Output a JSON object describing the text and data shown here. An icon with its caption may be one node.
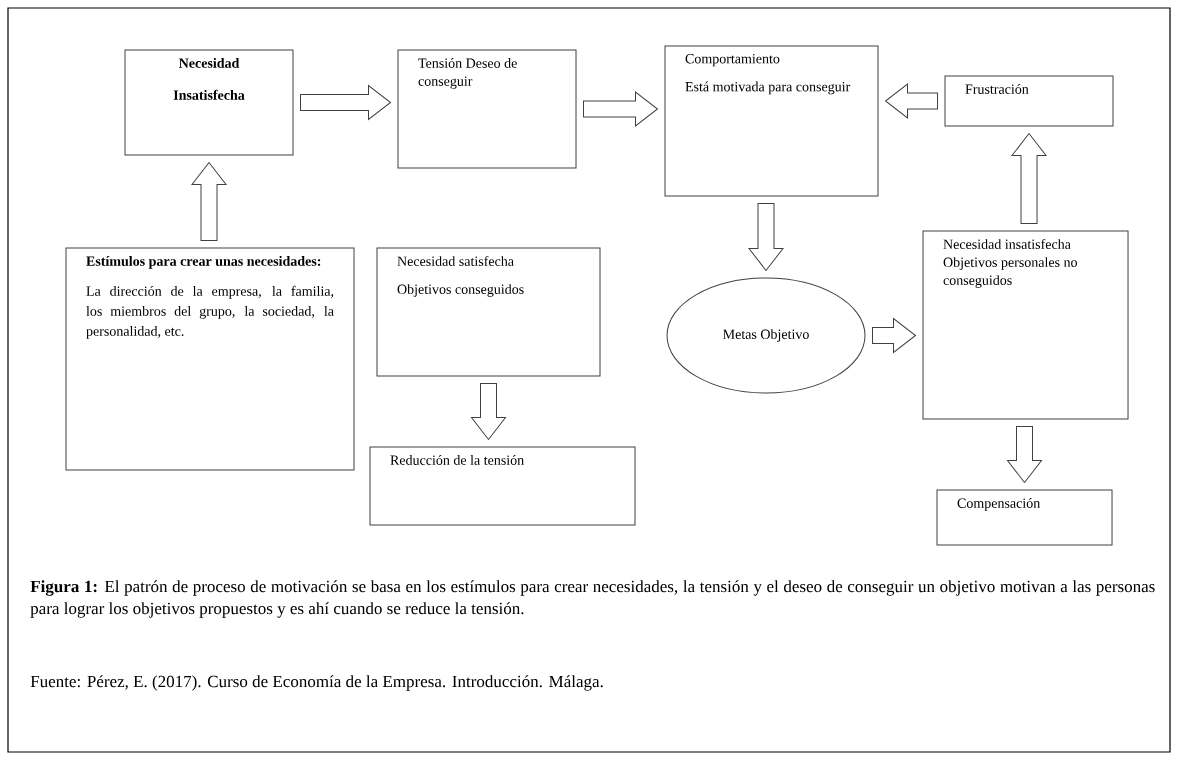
{
  "diagram": {
    "caption": "**Figura 1:** El patrón de proceso de motivación se basa en los estímulos para crear necesidades, la tensión y el deseo de conseguir un objetivo motivan a las personas para lograr los objetivos propuestos y es ahí cuando se reduce la tensión.",
    "nodes": [
      {
        "text": [
          "Necesidad Insatisfecha"
        ]
      },
      {
        "text": [
          "Tensión Deseo de conseguir"
        ]
      },
      {
        "text": [
          "Comportamiento",
          "Está motivada para conseguir"
        ]
      },
      {
        "text": [
          "Frustración"
        ]
      },
      {
        "text": [
          "Estímulos para crear unas necesidades:",
          "La dirección de la empresa, la familia, los miembros del grupo, la sociedad, la personalidad, etc."
        ]
      },
      {
        "text": [
          "Necesidad satisfecha",
          "Objetivos conseguidos"
        ]
      },
      {
        "text": [
          "Metas Objetivo"
        ]
      },
      {
        "text": [
          "Necesidad insatisfecha Objetivos personales no conseguidos"
        ]
      },
      {
        "text": [
          "Reducción de la tensión"
        ]
      },
      {
        "text": [
          "Compensación"
        ]
      }
    ],
    "edges": [
      {
        "from": 4,
        "to": 0,
        "arrow": "to"
      },
      {
        "from": 0,
        "to": 1,
        "arrow": "to"
      },
      {
        "from": 1,
        "to": 2,
        "arrow": "to"
      },
      {
        "from": 3,
        "to": 2,
        "arrow": "to"
      },
      {
        "from": 2,
        "to": 6,
        "arrow": "to"
      },
      {
        "from": 5,
        "to": 8,
        "arrow": "to"
      },
      {
        "from": 6,
        "to": 7,
        "arrow": "to"
      },
      {
        "from": 7,
        "to": 3,
        "arrow": "to"
      },
      {
        "from": 7,
        "to": 9,
        "arrow": "to"
      }
    ],
    "labels": [
      "Fuente: Pérez, E. (2017). Curso de Economía de la Empresa. Introducción. Málaga."
    ]
  }
}
